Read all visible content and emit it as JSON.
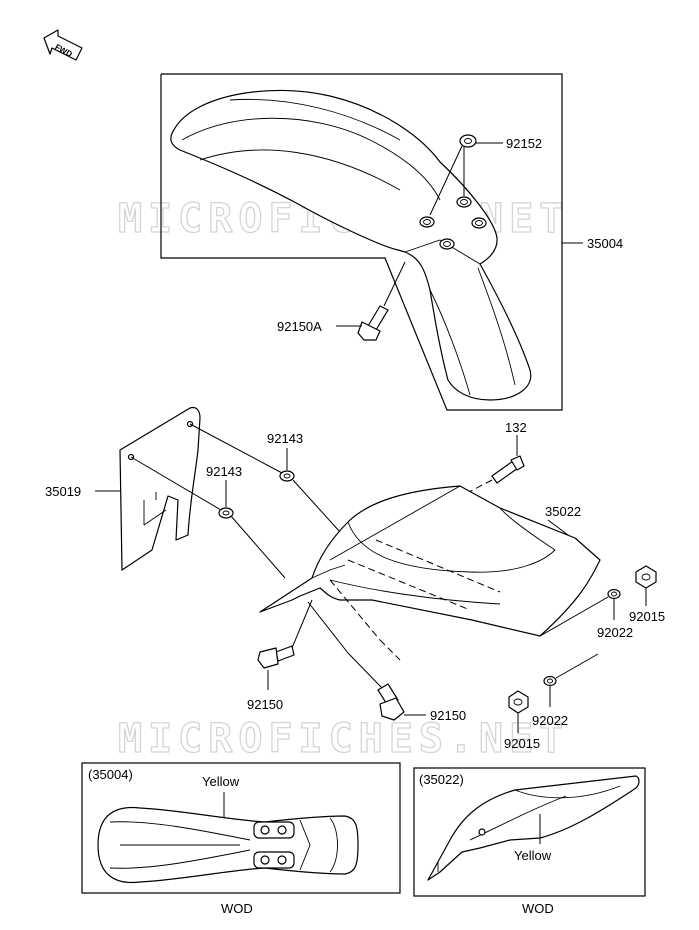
{
  "fwd_label": "FWD",
  "watermark": "MICROFICHES.NET",
  "callouts": {
    "p92152": "92152",
    "p35004": "35004",
    "p92150A": "92150A",
    "p92143_upper": "92143",
    "p92143_lower": "92143",
    "p132": "132",
    "p35019": "35019",
    "p35022": "35022",
    "p92015_right": "92015",
    "p92022_upper": "92022",
    "p92150_left": "92150",
    "p92150_right": "92150",
    "p92022_lower": "92022",
    "p92015_lower": "92015"
  },
  "insets": {
    "left": {
      "ref": "(35004)",
      "color_note": "Yellow",
      "caption": "WOD"
    },
    "right": {
      "ref": "(35022)",
      "color_note": "Yellow",
      "caption": "WOD"
    }
  }
}
